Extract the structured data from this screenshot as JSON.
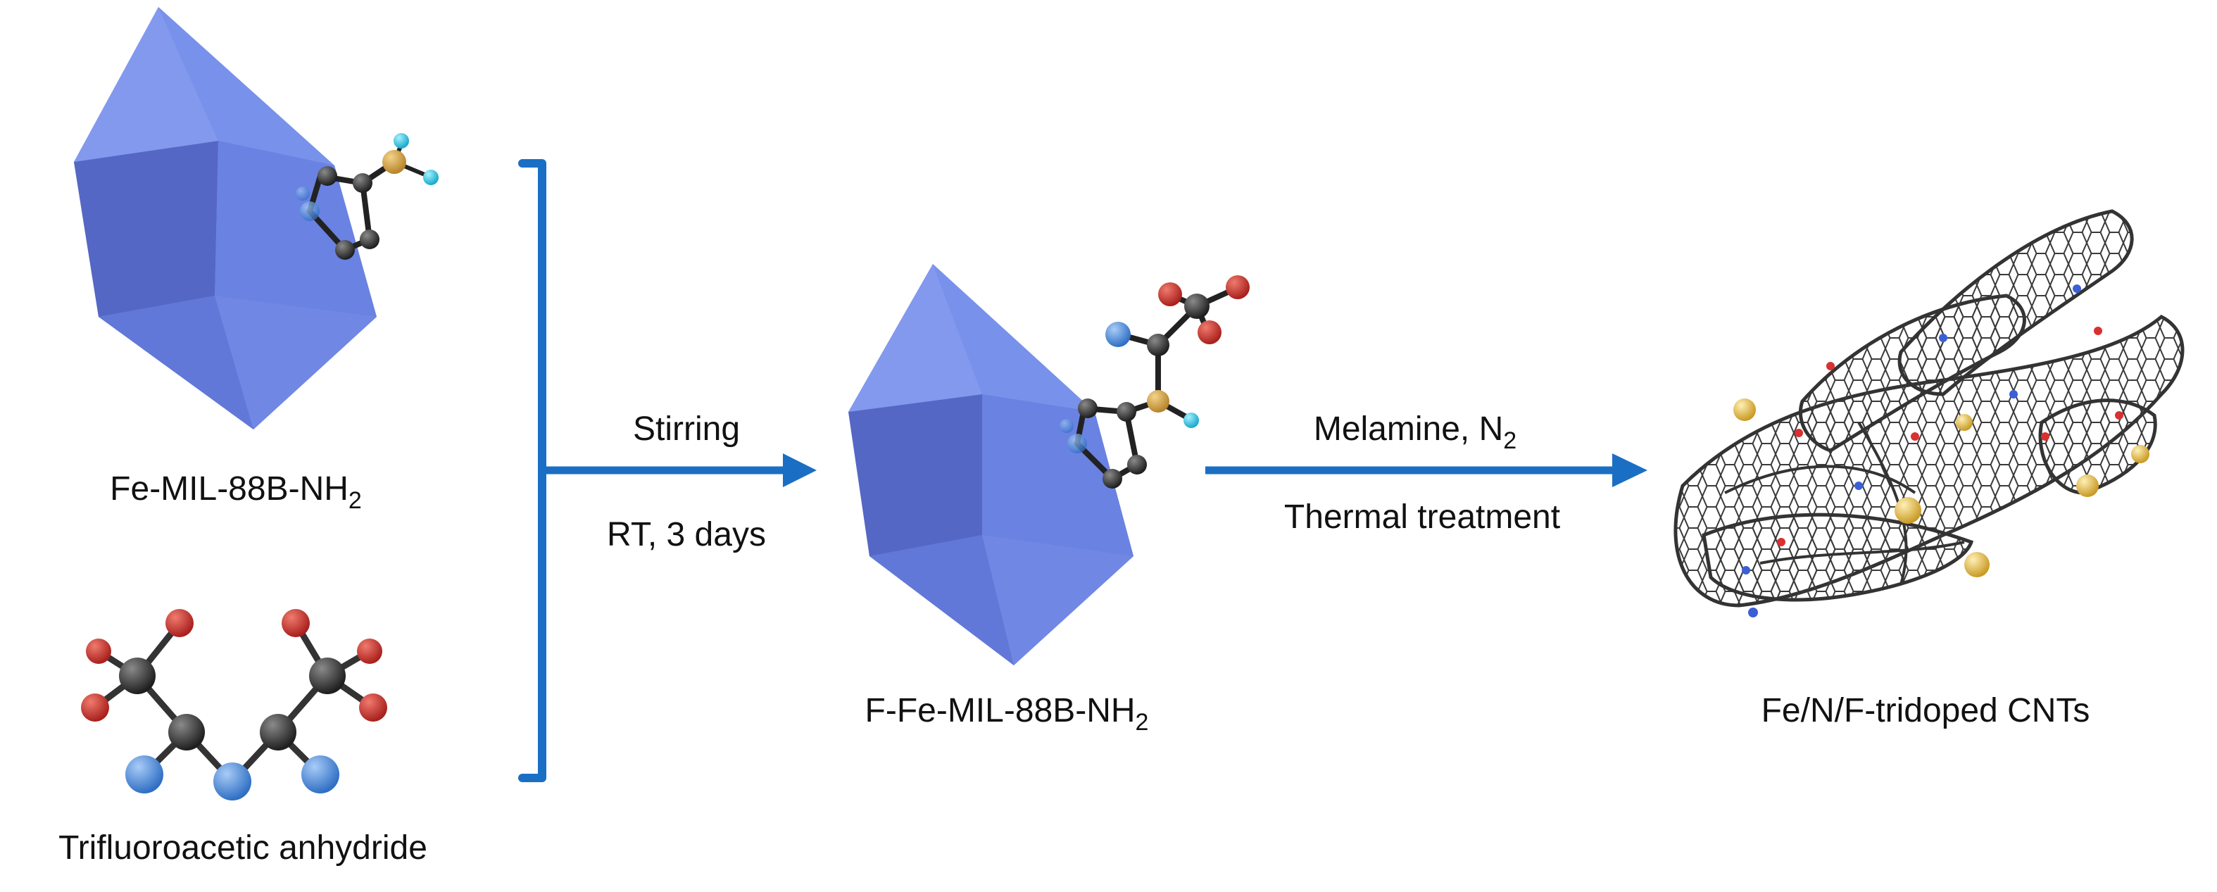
{
  "labels": {
    "mof_precursor": {
      "main": "Fe-MIL-88B-NH",
      "sub": "2"
    },
    "anhydride": "Trifluoroacetic anhydride",
    "mof_fluorinated": {
      "main": "F-Fe-MIL-88B-NH",
      "sub": "2"
    },
    "product": "Fe/N/F-tridoped CNTs"
  },
  "steps": {
    "step1": {
      "line1": "Stirring",
      "line2": "RT, 3 days"
    },
    "step2": {
      "line1_main": "Melamine, N",
      "line1_sub": "2",
      "line2": "Thermal treatment"
    }
  },
  "colors": {
    "octahedron": "#6f86e4",
    "arrow": "#1a6fc4",
    "carbon_atom": "#2e2e2e",
    "nitrogen_atom": "#d6a84a",
    "hydrogen_atom": "#33c9e6",
    "oxygen_atom": "#d8312f",
    "fluorine_atom": "#4a8de0",
    "dopant_atom": "#e8c04f"
  }
}
